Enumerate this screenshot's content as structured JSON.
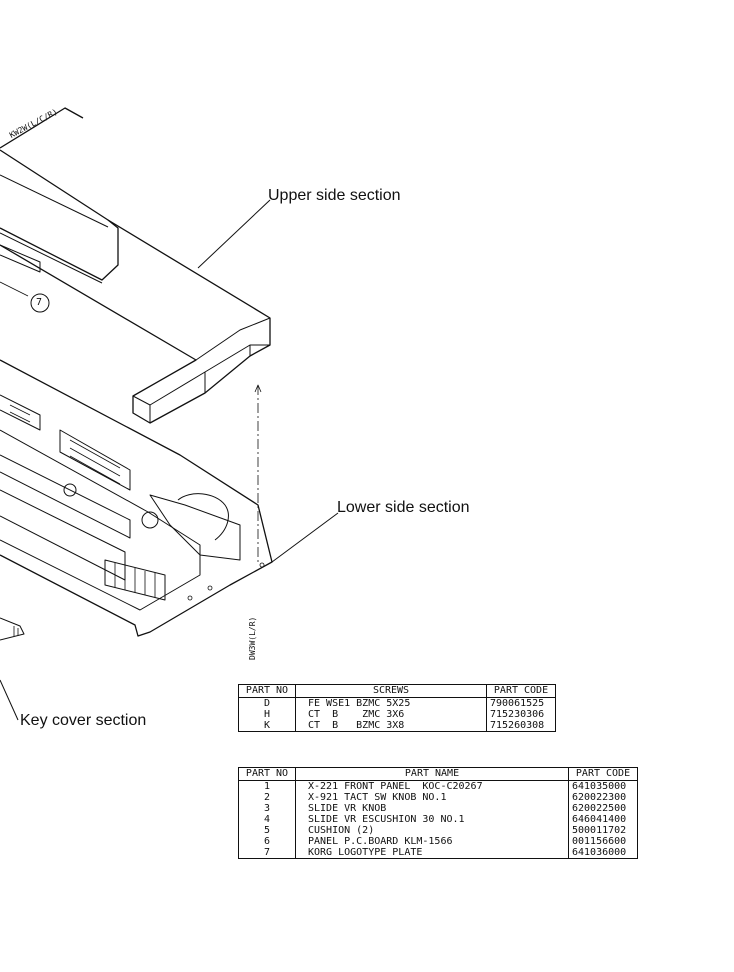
{
  "callouts": {
    "upper": "Upper side section",
    "lower": "Lower side section",
    "keycover": "Key cover section"
  },
  "markers": {
    "seven": "7",
    "kw_label": "KW2W(L/C/R)",
    "d_label": "DW3W(L/R)"
  },
  "screws_table": {
    "headers": [
      "PART NO",
      "SCREWS",
      "PART CODE"
    ],
    "rows": [
      [
        "D",
        "FE WSE1 BZMC 5X25",
        "790061525"
      ],
      [
        "H",
        "CT  B    ZMC 3X6",
        "715230306"
      ],
      [
        "K",
        "CT  B   BZMC 3X8",
        "715260308"
      ]
    ]
  },
  "parts_table": {
    "headers": [
      "PART NO",
      "PART NAME",
      "PART CODE"
    ],
    "rows": [
      [
        "1",
        "X-221 FRONT PANEL  KOC-C20267",
        "641035000"
      ],
      [
        "2",
        "X-921 TACT SW KNOB NO.1",
        "620022300"
      ],
      [
        "3",
        "SLIDE VR KNOB",
        "620022500"
      ],
      [
        "4",
        "SLIDE VR ESCUSHION 30 NO.1",
        "646041400"
      ],
      [
        "5",
        "CUSHION (2)",
        "500011702"
      ],
      [
        "6",
        "PANEL P.C.BOARD KLM-1566",
        "001156600"
      ],
      [
        "7",
        "KORG LOGOTYPE PLATE",
        "641036000"
      ]
    ]
  }
}
